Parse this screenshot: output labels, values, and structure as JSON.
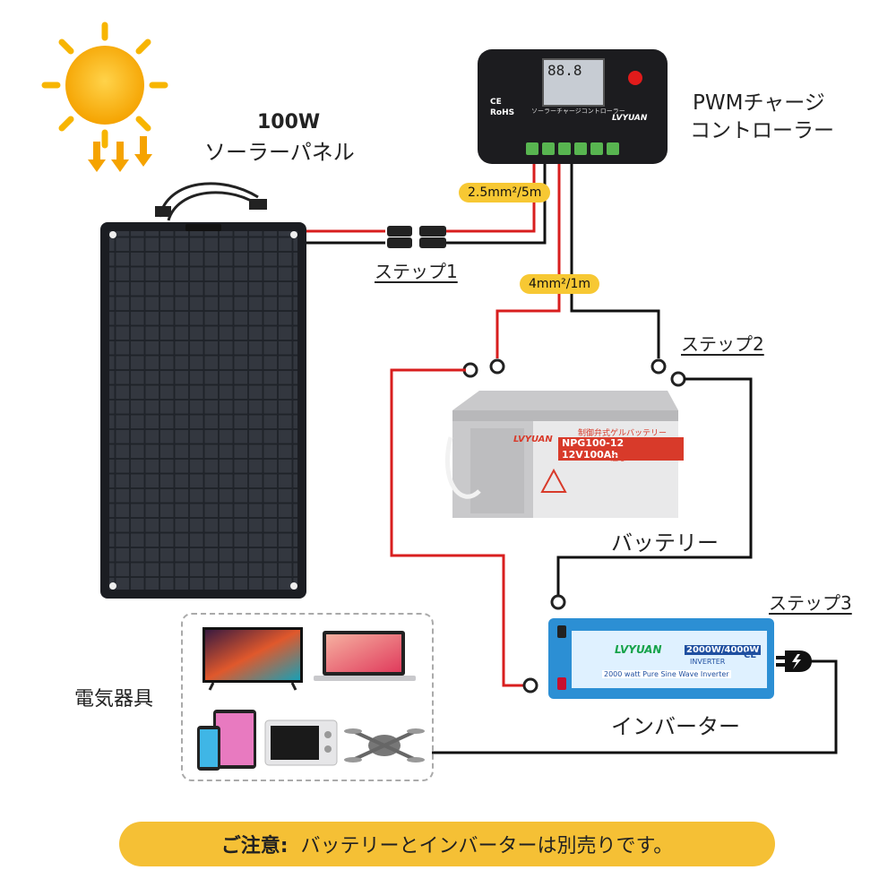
{
  "panel": {
    "title": "100W",
    "subtitle": "ソーラーパネル"
  },
  "controller": {
    "label_line1": "PWMチャージ",
    "label_line2": "コントローラー",
    "brand": "LVYUAN",
    "mark_ce": "CE",
    "mark_rohs": "RoHS",
    "caption": "ソーラーチャージコントローラー",
    "lcd_text": "88.8"
  },
  "wire_specs": {
    "panel_wire": "2.5mm²/5m",
    "battery_wire": "4mm²/1m"
  },
  "steps": {
    "step1": "ステップ1",
    "step2": "ステップ2",
    "step3": "ステップ3"
  },
  "battery": {
    "label": "バッテリー",
    "brand": "LVYUAN",
    "title_jp": "制御弁式ゲルバッテリー",
    "model": "NPG100-12 12V100Ah",
    "warning": "注意"
  },
  "inverter": {
    "label": "インバーター",
    "brand": "LVYUAN",
    "rating": "2000W/4000W",
    "type": "INVERTER",
    "footer": "2000 watt Pure Sine Wave Inverter",
    "mark_ce": "CE"
  },
  "appliances": {
    "label": "電気器具"
  },
  "notice": {
    "prefix": "ご注意:",
    "text": "バッテリーとインバーターは別売りです。"
  },
  "colors": {
    "positive_wire": "#d81e1e",
    "negative_wire": "#111111",
    "accent": "#f5c035"
  }
}
